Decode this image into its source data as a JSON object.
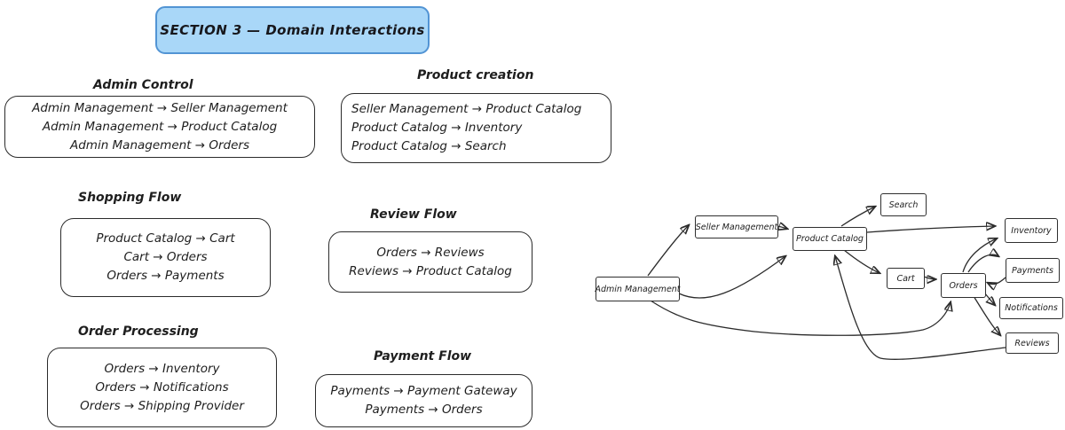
{
  "title": "SECTION 3 — Domain Interactions",
  "groups": [
    {
      "heading": "Admin Control",
      "lines": [
        "Admin Management → Seller Management",
        "Admin Management → Product Catalog",
        "Admin Management → Orders"
      ]
    },
    {
      "heading": "Product creation",
      "lines": [
        "Seller Management → Product Catalog",
        "Product Catalog → Inventory",
        "Product Catalog → Search"
      ]
    },
    {
      "heading": "Shopping Flow",
      "lines": [
        "Product Catalog → Cart",
        "Cart → Orders",
        "Orders → Payments"
      ]
    },
    {
      "heading": "Review Flow",
      "lines": [
        "Orders → Reviews",
        "Reviews → Product Catalog"
      ]
    },
    {
      "heading": "Order Processing",
      "lines": [
        "Orders → Inventory",
        "Orders → Notifications",
        "Orders → Shipping Provider"
      ]
    },
    {
      "heading": "Payment Flow",
      "lines": [
        "Payments → Payment Gateway",
        "Payments → Orders"
      ]
    }
  ],
  "diagram": {
    "nodes": [
      {
        "id": "admin",
        "label": "Admin Management"
      },
      {
        "id": "seller",
        "label": "Seller Management"
      },
      {
        "id": "catalog",
        "label": "Product Catalog"
      },
      {
        "id": "search",
        "label": "Search"
      },
      {
        "id": "inventory",
        "label": "Inventory"
      },
      {
        "id": "payments",
        "label": "Payments"
      },
      {
        "id": "cart",
        "label": "Cart"
      },
      {
        "id": "orders",
        "label": "Orders"
      },
      {
        "id": "notifications",
        "label": "Notifications"
      },
      {
        "id": "reviews",
        "label": "Reviews"
      }
    ],
    "edges": [
      {
        "from": "admin",
        "to": "seller"
      },
      {
        "from": "admin",
        "to": "catalog"
      },
      {
        "from": "admin",
        "to": "orders"
      },
      {
        "from": "seller",
        "to": "catalog"
      },
      {
        "from": "catalog",
        "to": "search"
      },
      {
        "from": "catalog",
        "to": "inventory"
      },
      {
        "from": "catalog",
        "to": "cart"
      },
      {
        "from": "cart",
        "to": "orders"
      },
      {
        "from": "orders",
        "to": "inventory"
      },
      {
        "from": "orders",
        "to": "payments"
      },
      {
        "from": "payments",
        "to": "orders"
      },
      {
        "from": "orders",
        "to": "notifications"
      },
      {
        "from": "orders",
        "to": "reviews"
      },
      {
        "from": "reviews",
        "to": "catalog"
      }
    ]
  },
  "colors": {
    "title_fill": "#a9d7f8",
    "title_stroke": "#5294d4",
    "ink": "#1e1e1e",
    "background": "#ffffff"
  }
}
